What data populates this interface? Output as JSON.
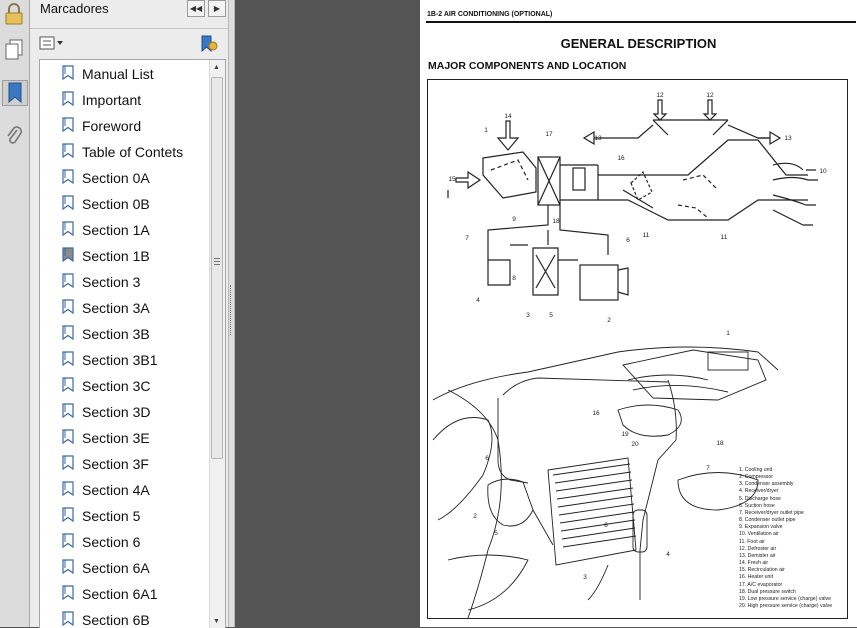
{
  "panel": {
    "title": "Marcadores",
    "bookmarks": [
      "Manual List",
      "Important",
      "Foreword",
      "Table of Contets",
      "Section 0A",
      "Section 0B",
      "Section 1A",
      "Section 1B",
      "Section 3",
      "Section 3A",
      "Section 3B",
      "Section 3B1",
      "Section 3C",
      "Section 3D",
      "Section 3E",
      "Section 3F",
      "Section 4A",
      "Section 5",
      "Section 6",
      "Section 6A",
      "Section 6A1",
      "Section 6B"
    ]
  },
  "document": {
    "page_header": "1B-2   AIR CONDITIONING (OPTIONAL)",
    "title": "GENERAL DESCRIPTION",
    "subtitle": "MAJOR COMPONENTS AND LOCATION",
    "callouts": {
      "c1": "1",
      "c2": "2",
      "c3": "3",
      "c4": "4",
      "c5": "5",
      "c6": "6",
      "c7": "7",
      "c8": "8",
      "c9": "9",
      "c10": "10",
      "c11": "11",
      "c12": "12",
      "c13": "13",
      "c14": "14",
      "c15": "15",
      "c16": "16",
      "c17": "17",
      "c18": "18",
      "c19": "19",
      "c20": "20"
    },
    "legend": [
      "1. Cooling unit",
      "2. Compressor",
      "3. Condenser assembly",
      "4. Receiver/dryer",
      "5. Discharge hose",
      "6. Suction hose",
      "7. Receiver/dryer outlet pipe",
      "8. Condenser outlet pipe",
      "9. Expansion valve",
      "10. Ventilation air",
      "11. Foot air",
      "12. Defroster air",
      "13. Demister air",
      "14. Fresh air",
      "15. Recirculation air",
      "16. Heater unit",
      "17. A/C evaporator",
      "18. Dual pressure switch",
      "19. Low pressure service (charge) valve",
      "20. High pressure service (charge) valve"
    ]
  }
}
